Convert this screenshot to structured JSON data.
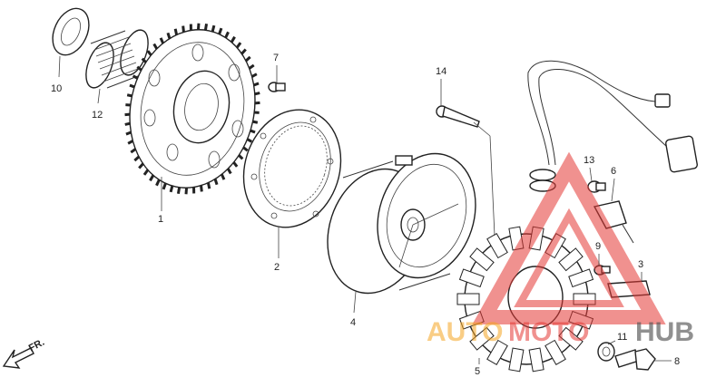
{
  "diagram": {
    "parts": [
      {
        "id": "part-1",
        "number": "1"
      },
      {
        "id": "part-2",
        "number": "2"
      },
      {
        "id": "part-3",
        "number": "3"
      },
      {
        "id": "part-4",
        "number": "4"
      },
      {
        "id": "part-5",
        "number": "5"
      },
      {
        "id": "part-6",
        "number": "6"
      },
      {
        "id": "part-7",
        "number": "7"
      },
      {
        "id": "part-8",
        "number": "8"
      },
      {
        "id": "part-9",
        "number": "9"
      },
      {
        "id": "part-10",
        "number": "10"
      },
      {
        "id": "part-11",
        "number": "11"
      },
      {
        "id": "part-12",
        "number": "12"
      },
      {
        "id": "part-13",
        "number": "13"
      },
      {
        "id": "part-14",
        "number": "14"
      }
    ],
    "direction_label": "FR.",
    "watermark": {
      "text_part1": "AUTO",
      "text_part2": "MOTO",
      "text_part3": "HUB",
      "color_orange": "#f5a623",
      "color_red": "#e53935",
      "color_dark": "#555555"
    }
  }
}
